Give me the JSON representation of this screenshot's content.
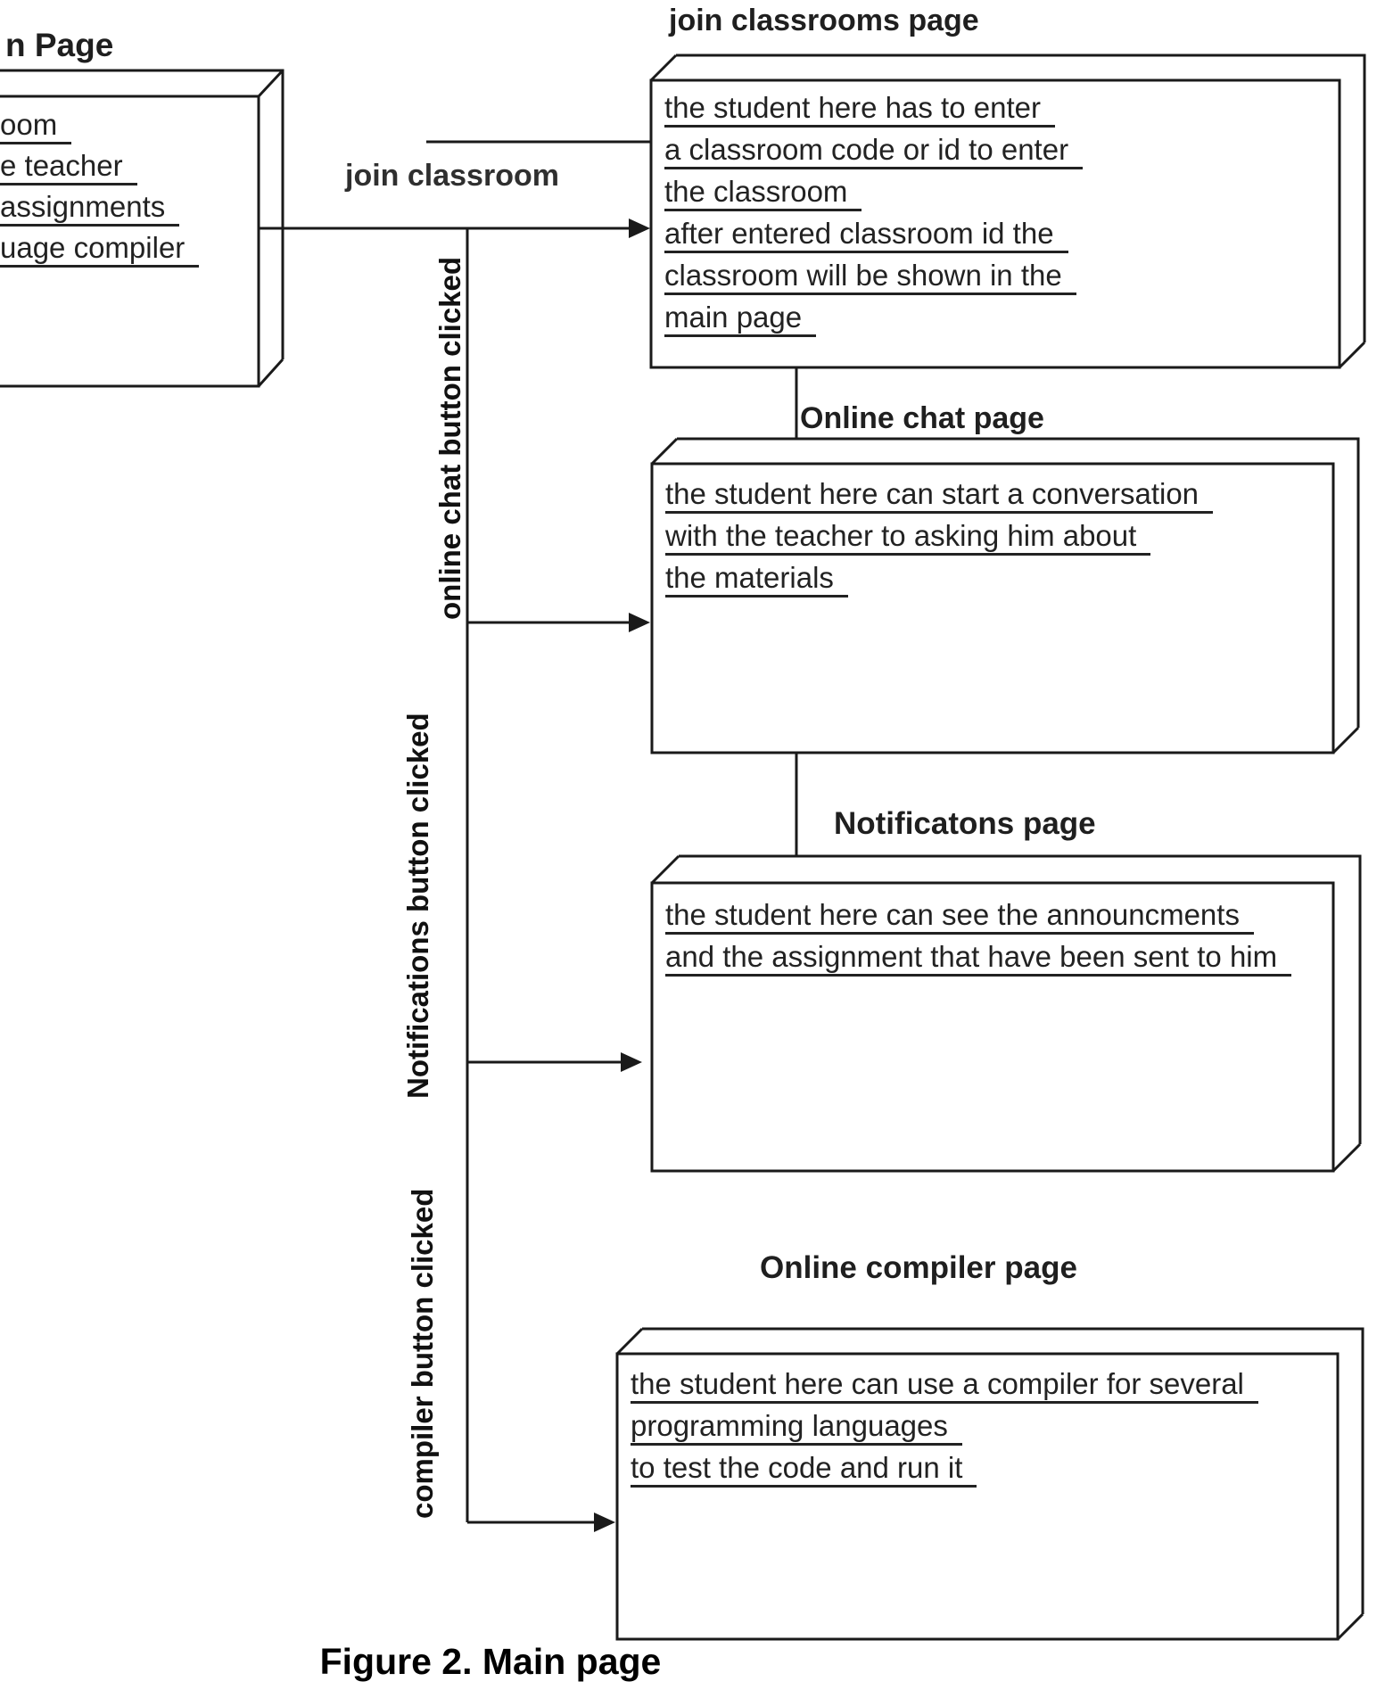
{
  "caption": "Figure 2. Main page",
  "main_page_box": {
    "title": "n Page",
    "items": [
      "oom",
      "e teacher",
      "assignments",
      "uage compiler"
    ]
  },
  "edge_labels": {
    "join_classroom": "join classroom",
    "online_chat": "online chat button clicked",
    "notifications": "Notifications button clicked",
    "compiler": "compiler button clicked"
  },
  "boxes": {
    "join": {
      "title": "join classrooms page",
      "lines": [
        "the student here has to enter",
        "a classroom code or id to enter",
        "the classroom",
        "after entered classroom id the",
        "classroom will be shown in the",
        "main page"
      ]
    },
    "chat": {
      "title": "Online chat page",
      "lines": [
        "the student here can start a conversation",
        "with the teacher to asking him about",
        "the materials"
      ]
    },
    "notifications": {
      "title": "Notificatons page",
      "lines": [
        "the student here can see the announcments",
        "and the assignment that have been sent to him"
      ]
    },
    "compiler": {
      "title": "Online compiler page",
      "lines": [
        "the student here can use a compiler for several",
        "programming languages",
        "to test the code and run it"
      ]
    }
  },
  "colors": {
    "line": "#1a1a1a",
    "text": "#222222",
    "background": "#ffffff"
  }
}
